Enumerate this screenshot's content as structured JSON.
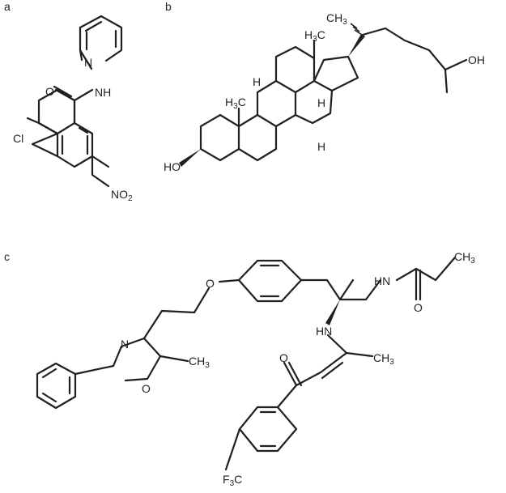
{
  "panels": {
    "a": {
      "label": "a",
      "atoms": {
        "N1": "N",
        "NH": "NH",
        "O": "O",
        "Cl": "Cl",
        "NO": "NO",
        "NO_sub": "2"
      }
    },
    "b": {
      "label": "b",
      "atoms": {
        "CH3_top": "CH",
        "CH3_top_sub": "3",
        "H3C_13": "H",
        "H3C_13_sub": "3",
        "H3C_13_c": "C",
        "OH_right": "OH",
        "H3C_10": "H",
        "H3C_10_sub": "3",
        "H3C_10_c": "C",
        "H_9": "H",
        "H_14": "H",
        "H_8": "H",
        "HO_left": "HO"
      }
    },
    "c": {
      "label": "c",
      "atoms": {
        "O_ether": "O",
        "N_ox": "N",
        "O_ox": "O",
        "CH3_ox": "CH",
        "CH3_ox_sub": "3",
        "HN_amide": "HN",
        "O_amide": "O",
        "CH3_propyl": "CH",
        "CH3_propyl_sub": "3",
        "HN_enamine": "HN",
        "O_ketone": "O",
        "CH3_enamine": "CH",
        "CH3_enamine_sub": "3",
        "F3C_F": "F",
        "F3C_sub": "3",
        "F3C_C": "C"
      }
    }
  }
}
